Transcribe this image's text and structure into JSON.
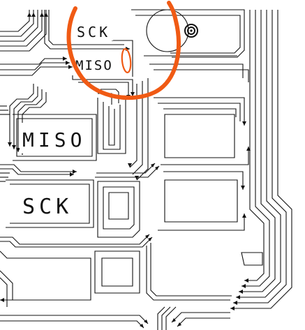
{
  "labels": {
    "sck_small": "SCK",
    "miso_small": "MISO",
    "miso_large": "MISO",
    "sck_large": "SCK"
  },
  "colors": {
    "annotation": "#f05a14",
    "trace": "#111111",
    "background": "#ffffff"
  },
  "icons": {
    "via": "concentric-circle-icon"
  }
}
